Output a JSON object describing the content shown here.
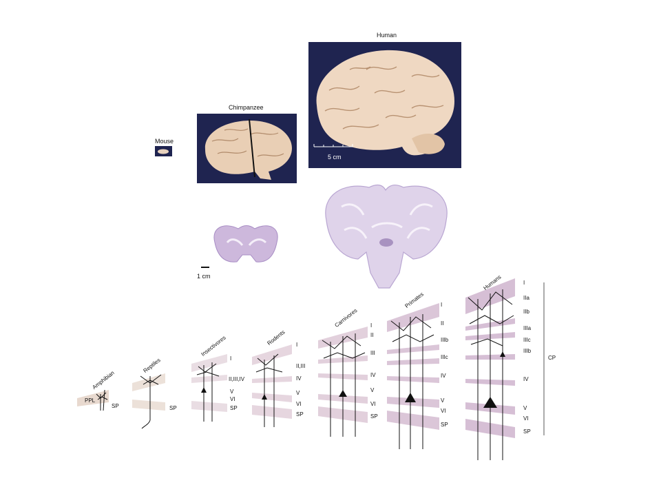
{
  "brains": {
    "mouse": "Mouse",
    "chimpanzee": "Chimpanzee",
    "human": "Human",
    "scale_5cm": "5 cm",
    "scale_1cm": "1 cm"
  },
  "taxa": [
    "Amphibian",
    "Reptiles",
    "Insectivores",
    "Rodents",
    "Carnivores",
    "Primates",
    "Humans"
  ],
  "layers": {
    "amphibian": [
      "PPL",
      "SP"
    ],
    "reptiles": [
      "SP"
    ],
    "insectivores": [
      "I",
      "II,III,IV",
      "V",
      "VI",
      "SP"
    ],
    "rodents": [
      "I",
      "II,III",
      "IV",
      "V",
      "VI",
      "SP"
    ],
    "carnivores": [
      "I",
      "II",
      "III",
      "IV",
      "V",
      "VI",
      "SP"
    ],
    "primates": [
      "I",
      "II",
      "IIIb",
      "IIIc",
      "IV",
      "V",
      "VI",
      "SP"
    ],
    "humans": [
      "I",
      "IIa",
      "IIb",
      "IIIa",
      "IIIc",
      "IIIb",
      "IV",
      "V",
      "VI",
      "SP"
    ]
  },
  "cp_label": "CP"
}
